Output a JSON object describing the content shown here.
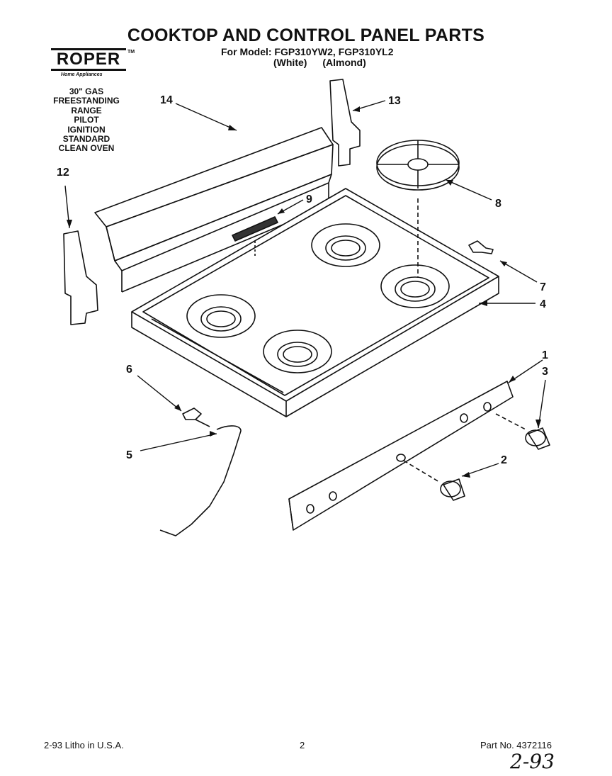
{
  "header": {
    "title": "COOKTOP AND CONTROL PANEL PARTS",
    "model_line": "For Model: FGP310YW2, FGP310YL2",
    "colors": [
      "(White)",
      "(Almond)"
    ]
  },
  "logo": {
    "brand": "ROPER",
    "tm": "TM",
    "subtitle": "Home Appliances"
  },
  "description": [
    "30\" GAS",
    "FREESTANDING",
    "RANGE",
    "PILOT",
    "IGNITION",
    "STANDARD",
    "CLEAN OVEN"
  ],
  "callouts": {
    "c1": "1",
    "c2": "2",
    "c3": "3",
    "c4": "4",
    "c5": "5",
    "c6": "6",
    "c7": "7",
    "c8": "8",
    "c9": "9",
    "c12": "12",
    "c13": "13",
    "c14": "14"
  },
  "footer": {
    "left": "2-93  Litho in U.S.A.",
    "center": "2",
    "right": "Part No. 4372116",
    "handwritten": "2-93"
  }
}
